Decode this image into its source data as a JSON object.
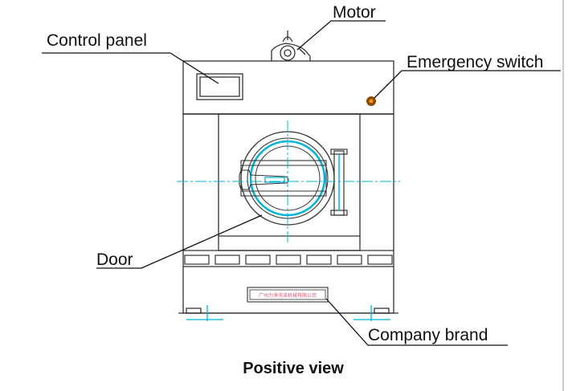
{
  "labels": {
    "motor": "Motor",
    "control_panel": "Control panel",
    "emergency_switch": "Emergency switch",
    "door": "Door",
    "company_brand": "Company brand"
  },
  "caption": "Positive view",
  "brand_plate_text": "广州力净洗涤机械有限公司",
  "colors": {
    "outline": "#333333",
    "centerline": "#00b4d8",
    "brand_text": "#e05070",
    "switch_outer": "#8a4a00",
    "switch_inner": "#ff9a00"
  }
}
